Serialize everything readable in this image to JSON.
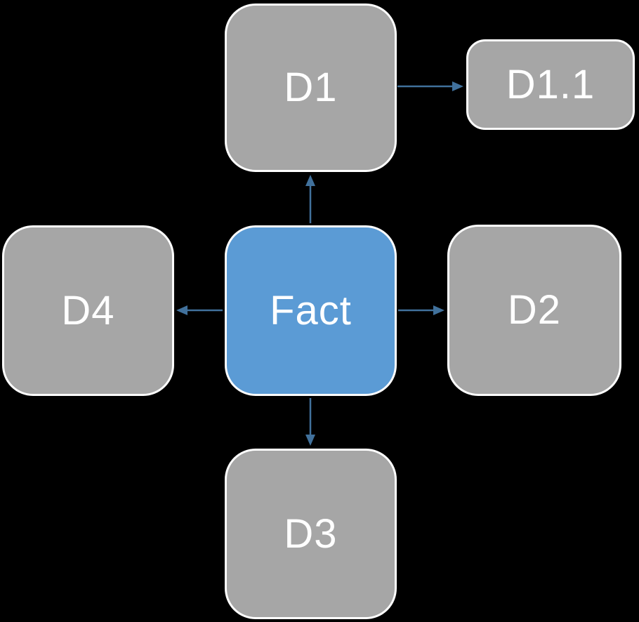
{
  "diagram": {
    "description": "Fact and dimension star schema diagram",
    "nodes": [
      {
        "id": "fact",
        "label": "Fact",
        "type": "fact"
      },
      {
        "id": "d1",
        "label": "D1",
        "type": "dimension"
      },
      {
        "id": "d1_1",
        "label": "D1.1",
        "type": "sub-dimension"
      },
      {
        "id": "d2",
        "label": "D2",
        "type": "dimension"
      },
      {
        "id": "d3",
        "label": "D3",
        "type": "dimension"
      },
      {
        "id": "d4",
        "label": "D4",
        "type": "dimension"
      }
    ],
    "edges": [
      {
        "from": "Fact",
        "to": "D1"
      },
      {
        "from": "D1",
        "to": "D1.1"
      },
      {
        "from": "Fact",
        "to": "D2"
      },
      {
        "from": "Fact",
        "to": "D3"
      },
      {
        "from": "Fact",
        "to": "D4"
      }
    ],
    "colors": {
      "background": "#000000",
      "fact_fill": "#5B9BD5",
      "dimension_fill": "#A6A6A6",
      "node_border": "#FFFFFF",
      "arrow": "#41719C",
      "label_text": "#FFFFFF"
    }
  }
}
